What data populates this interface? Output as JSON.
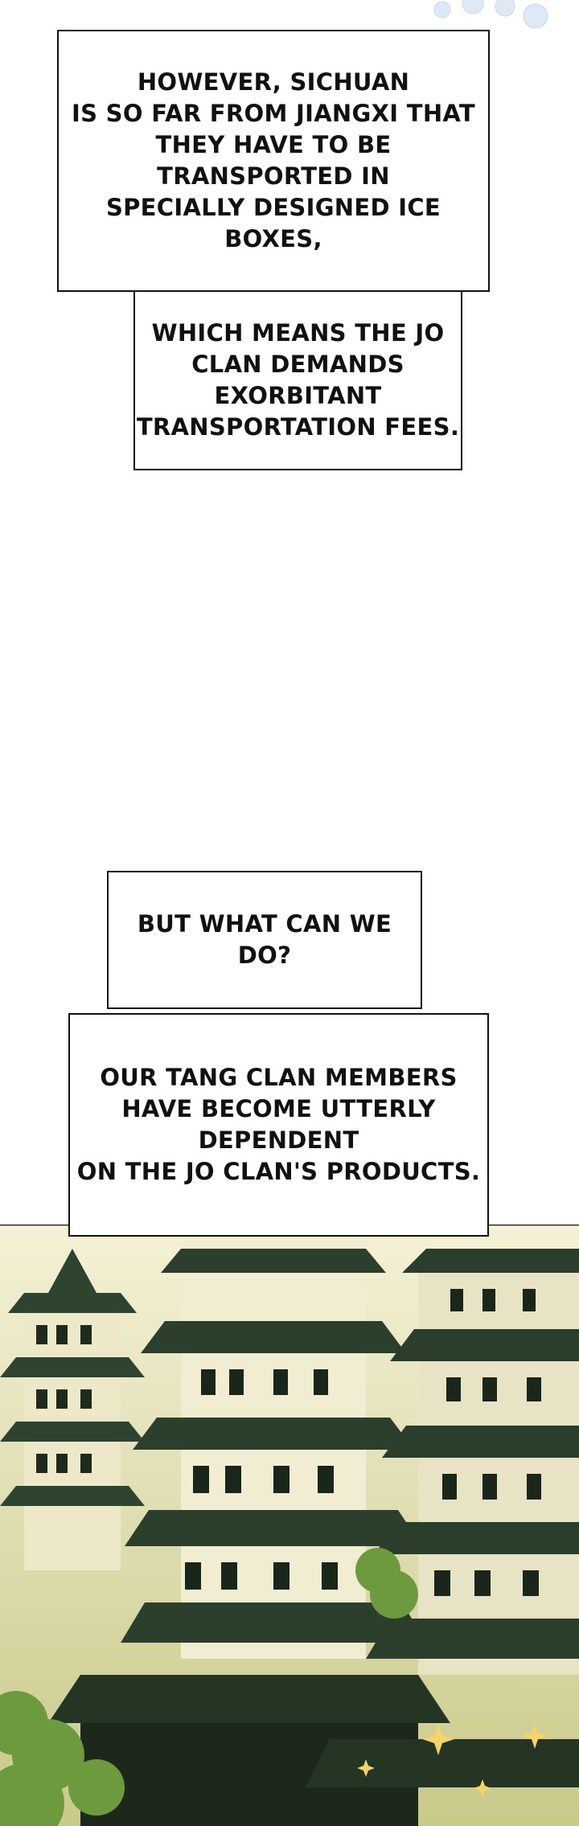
{
  "panels": {
    "box1_text": "However, Sichuan\nis so far from Jiangxi that\nthey have to be transported in\nspecially designed ice boxes,",
    "box2_text": "Which means the Jo\nclan demands exorbitant\ntransportation fees.",
    "box3_text": "But what can we do?",
    "box4_text": "Our Tang clan members\nhave become utterly dependent\non the Jo clan's products."
  },
  "colors": {
    "border": "#111111",
    "sky": "#f6f4dc",
    "roof": "#2c3f2c",
    "wall": "#f2efd8",
    "foliage": "#7fa84a"
  }
}
